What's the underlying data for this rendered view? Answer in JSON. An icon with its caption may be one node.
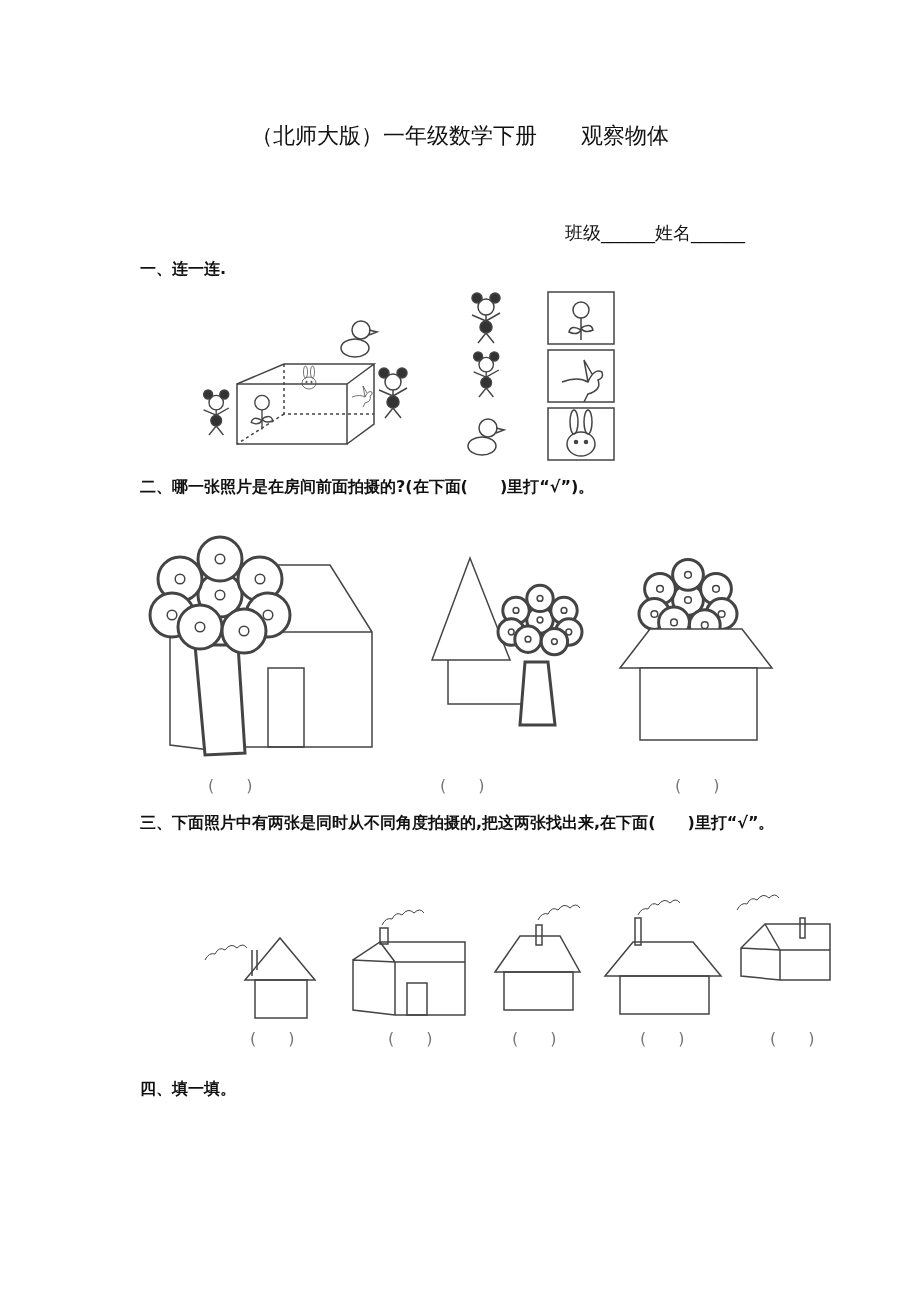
{
  "diagram": {
    "title": "（北师大版）一年级数学下册　　观察物体",
    "labels": [
      "班级______姓名______",
      "一、连一连.",
      "二、哪一张照片是在房间前面拍摄的?(在下面(　　)里打“√”)。",
      "(　　)",
      "(　　)",
      "(　　)",
      "三、下面照片中有两张是同时从不同角度拍摄的,把这两张找出来,在下面(　　)里打“√”。",
      "(　　)",
      "(　　)",
      "(　　)",
      "(　　)",
      "(　　)",
      "四、填一填。"
    ]
  }
}
